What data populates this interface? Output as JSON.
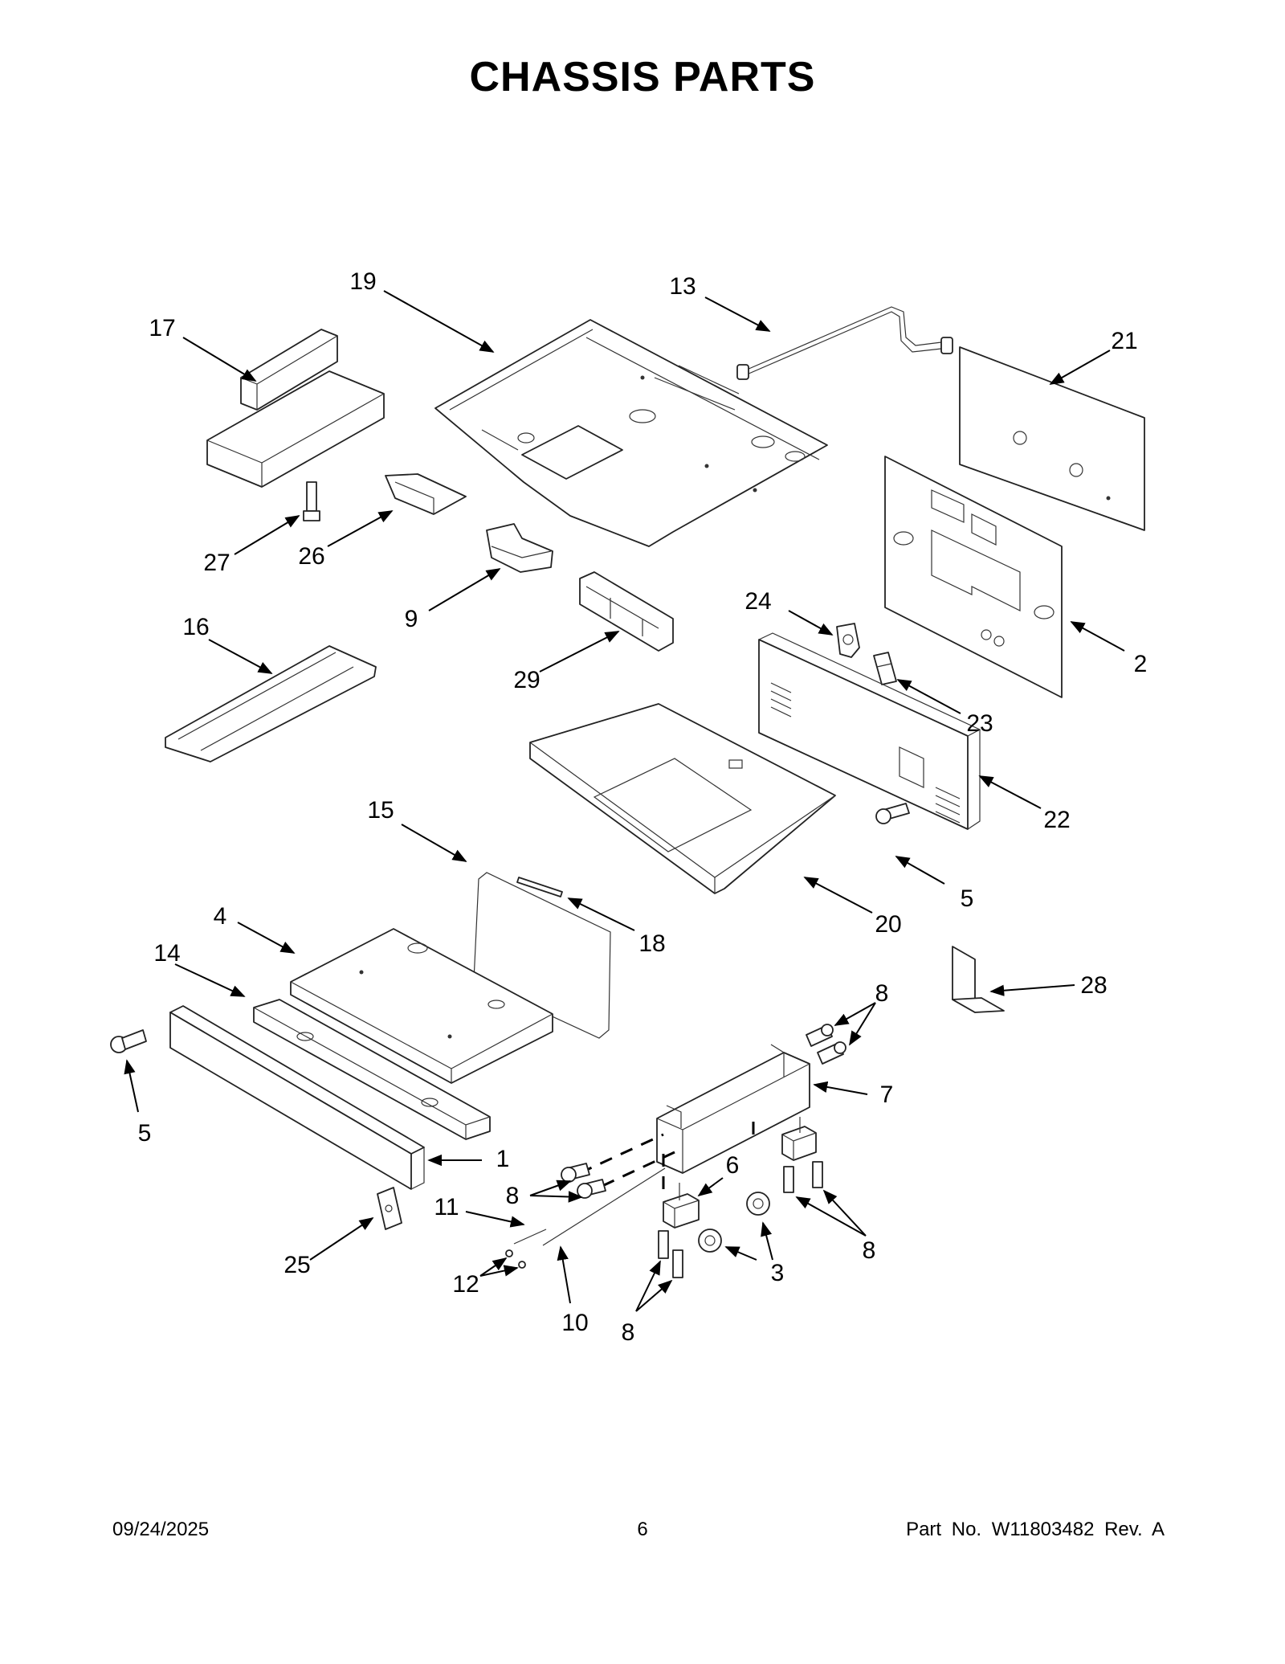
{
  "title": "CHASSIS PARTS",
  "footer": {
    "date": "09/24/2025",
    "page": "6",
    "part_number": "Part No.  W11803482  Rev.  A"
  },
  "callouts": [
    {
      "label": "19"
    },
    {
      "label": "13"
    },
    {
      "label": "17"
    },
    {
      "label": "21"
    },
    {
      "label": "27"
    },
    {
      "label": "26"
    },
    {
      "label": "9"
    },
    {
      "label": "24"
    },
    {
      "label": "2"
    },
    {
      "label": "16"
    },
    {
      "label": "29"
    },
    {
      "label": "23"
    },
    {
      "label": "22"
    },
    {
      "label": "15"
    },
    {
      "label": "5"
    },
    {
      "label": "20"
    },
    {
      "label": "4"
    },
    {
      "label": "18"
    },
    {
      "label": "14"
    },
    {
      "label": "8"
    },
    {
      "label": "28"
    },
    {
      "label": "7"
    },
    {
      "label": "5"
    },
    {
      "label": "1"
    },
    {
      "label": "6"
    },
    {
      "label": "8"
    },
    {
      "label": "11"
    },
    {
      "label": "3"
    },
    {
      "label": "8"
    },
    {
      "label": "25"
    },
    {
      "label": "12"
    },
    {
      "label": "10"
    },
    {
      "label": "8"
    }
  ]
}
